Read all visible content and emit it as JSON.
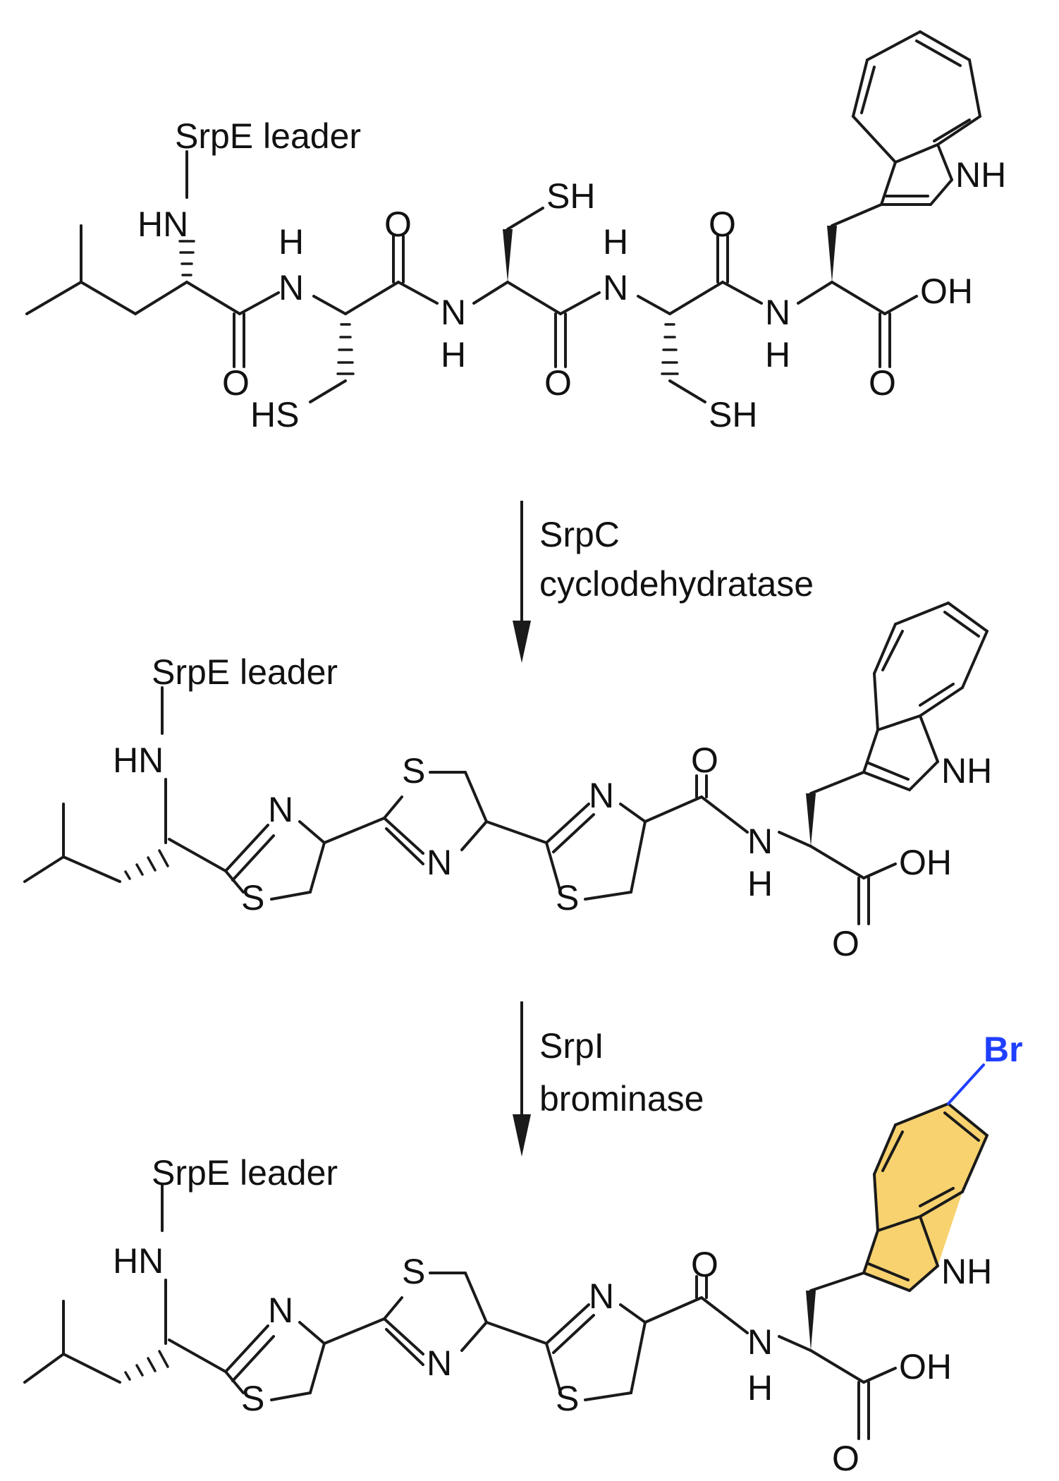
{
  "structure1": {
    "leader": "SrpE leader",
    "hn": "HN",
    "n1": "N",
    "n1h": "H",
    "o1": "O",
    "hs1": "HS",
    "o2": "O",
    "n2": "N",
    "n2h": "H",
    "sh2": "SH",
    "o3": "O",
    "n3": "N",
    "n3h": "H",
    "o4": "O",
    "sh3": "SH",
    "n4": "N",
    "n4h": "H",
    "oh": "OH",
    "o5": "O",
    "indole_nh": "NH"
  },
  "step1": {
    "line1": "SrpC",
    "line2": "cyclodehydratase"
  },
  "structure2": {
    "leader": "SrpE leader",
    "hn": "HN",
    "ring1_n": "N",
    "ring1_s": "S",
    "ring2_s": "S",
    "ring2_n": "N",
    "ring3_n": "N",
    "ring3_s": "S",
    "o": "O",
    "amide_n": "N",
    "amide_h": "H",
    "oh": "OH",
    "acid_o": "O",
    "indole_nh": "NH"
  },
  "step2": {
    "line1": "SrpI",
    "line2": "brominase"
  },
  "structure3": {
    "leader": "SrpE leader",
    "hn": "HN",
    "ring1_n": "N",
    "ring1_s": "S",
    "ring2_s": "S",
    "ring2_n": "N",
    "ring3_n": "N",
    "ring3_s": "S",
    "o": "O",
    "amide_n": "N",
    "amide_h": "H",
    "oh": "OH",
    "acid_o": "O",
    "indole_nh": "NH",
    "br": "Br"
  },
  "colors": {
    "bromine": "#1f3fff",
    "indole_highlight": "#f7d26f",
    "bond": "#1a1a1a"
  }
}
